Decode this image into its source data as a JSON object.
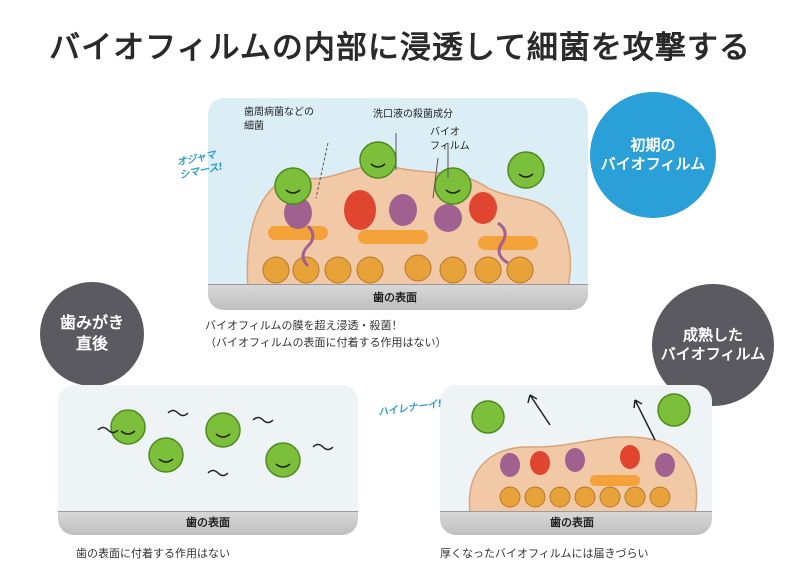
{
  "title": "バイオフィルムの内部に浸透して細菌を攻撃する",
  "panel_top": {
    "surface_label": "歯の表面",
    "callout_bacteria": "歯周病菌などの\n細菌",
    "callout_saliva": "洗口液の殺菌成分",
    "callout_biofilm": "バイオ\nフィルム",
    "exclamation": "オジャマ\nシマース!"
  },
  "circle_early": "初期の\nバイオフィルム",
  "circle_brushing": "歯みがき\n直後",
  "circle_mature": "成熟した\nバイオフィルム",
  "note_top": "バイオフィルムの膜を超え浸透・殺菌！\n（バイオフィルムの表面に付着する作用はない）",
  "panel_left": {
    "surface_label": "歯の表面",
    "caption": "歯の表面に付着する作用はない"
  },
  "panel_right": {
    "surface_label": "歯の表面",
    "exclamation": "ハイレナーイ!",
    "caption": "厚くなったバイオフィルムには届きづらい"
  },
  "colors": {
    "panel_bg": "#dbeef5",
    "circle_blue": "#2a9fd8",
    "circle_gray": "#5a5a60",
    "biofilm": "#f2c9a6",
    "bacteria_green": "#7cbf3a",
    "accent_blue": "#2c9bcf"
  }
}
